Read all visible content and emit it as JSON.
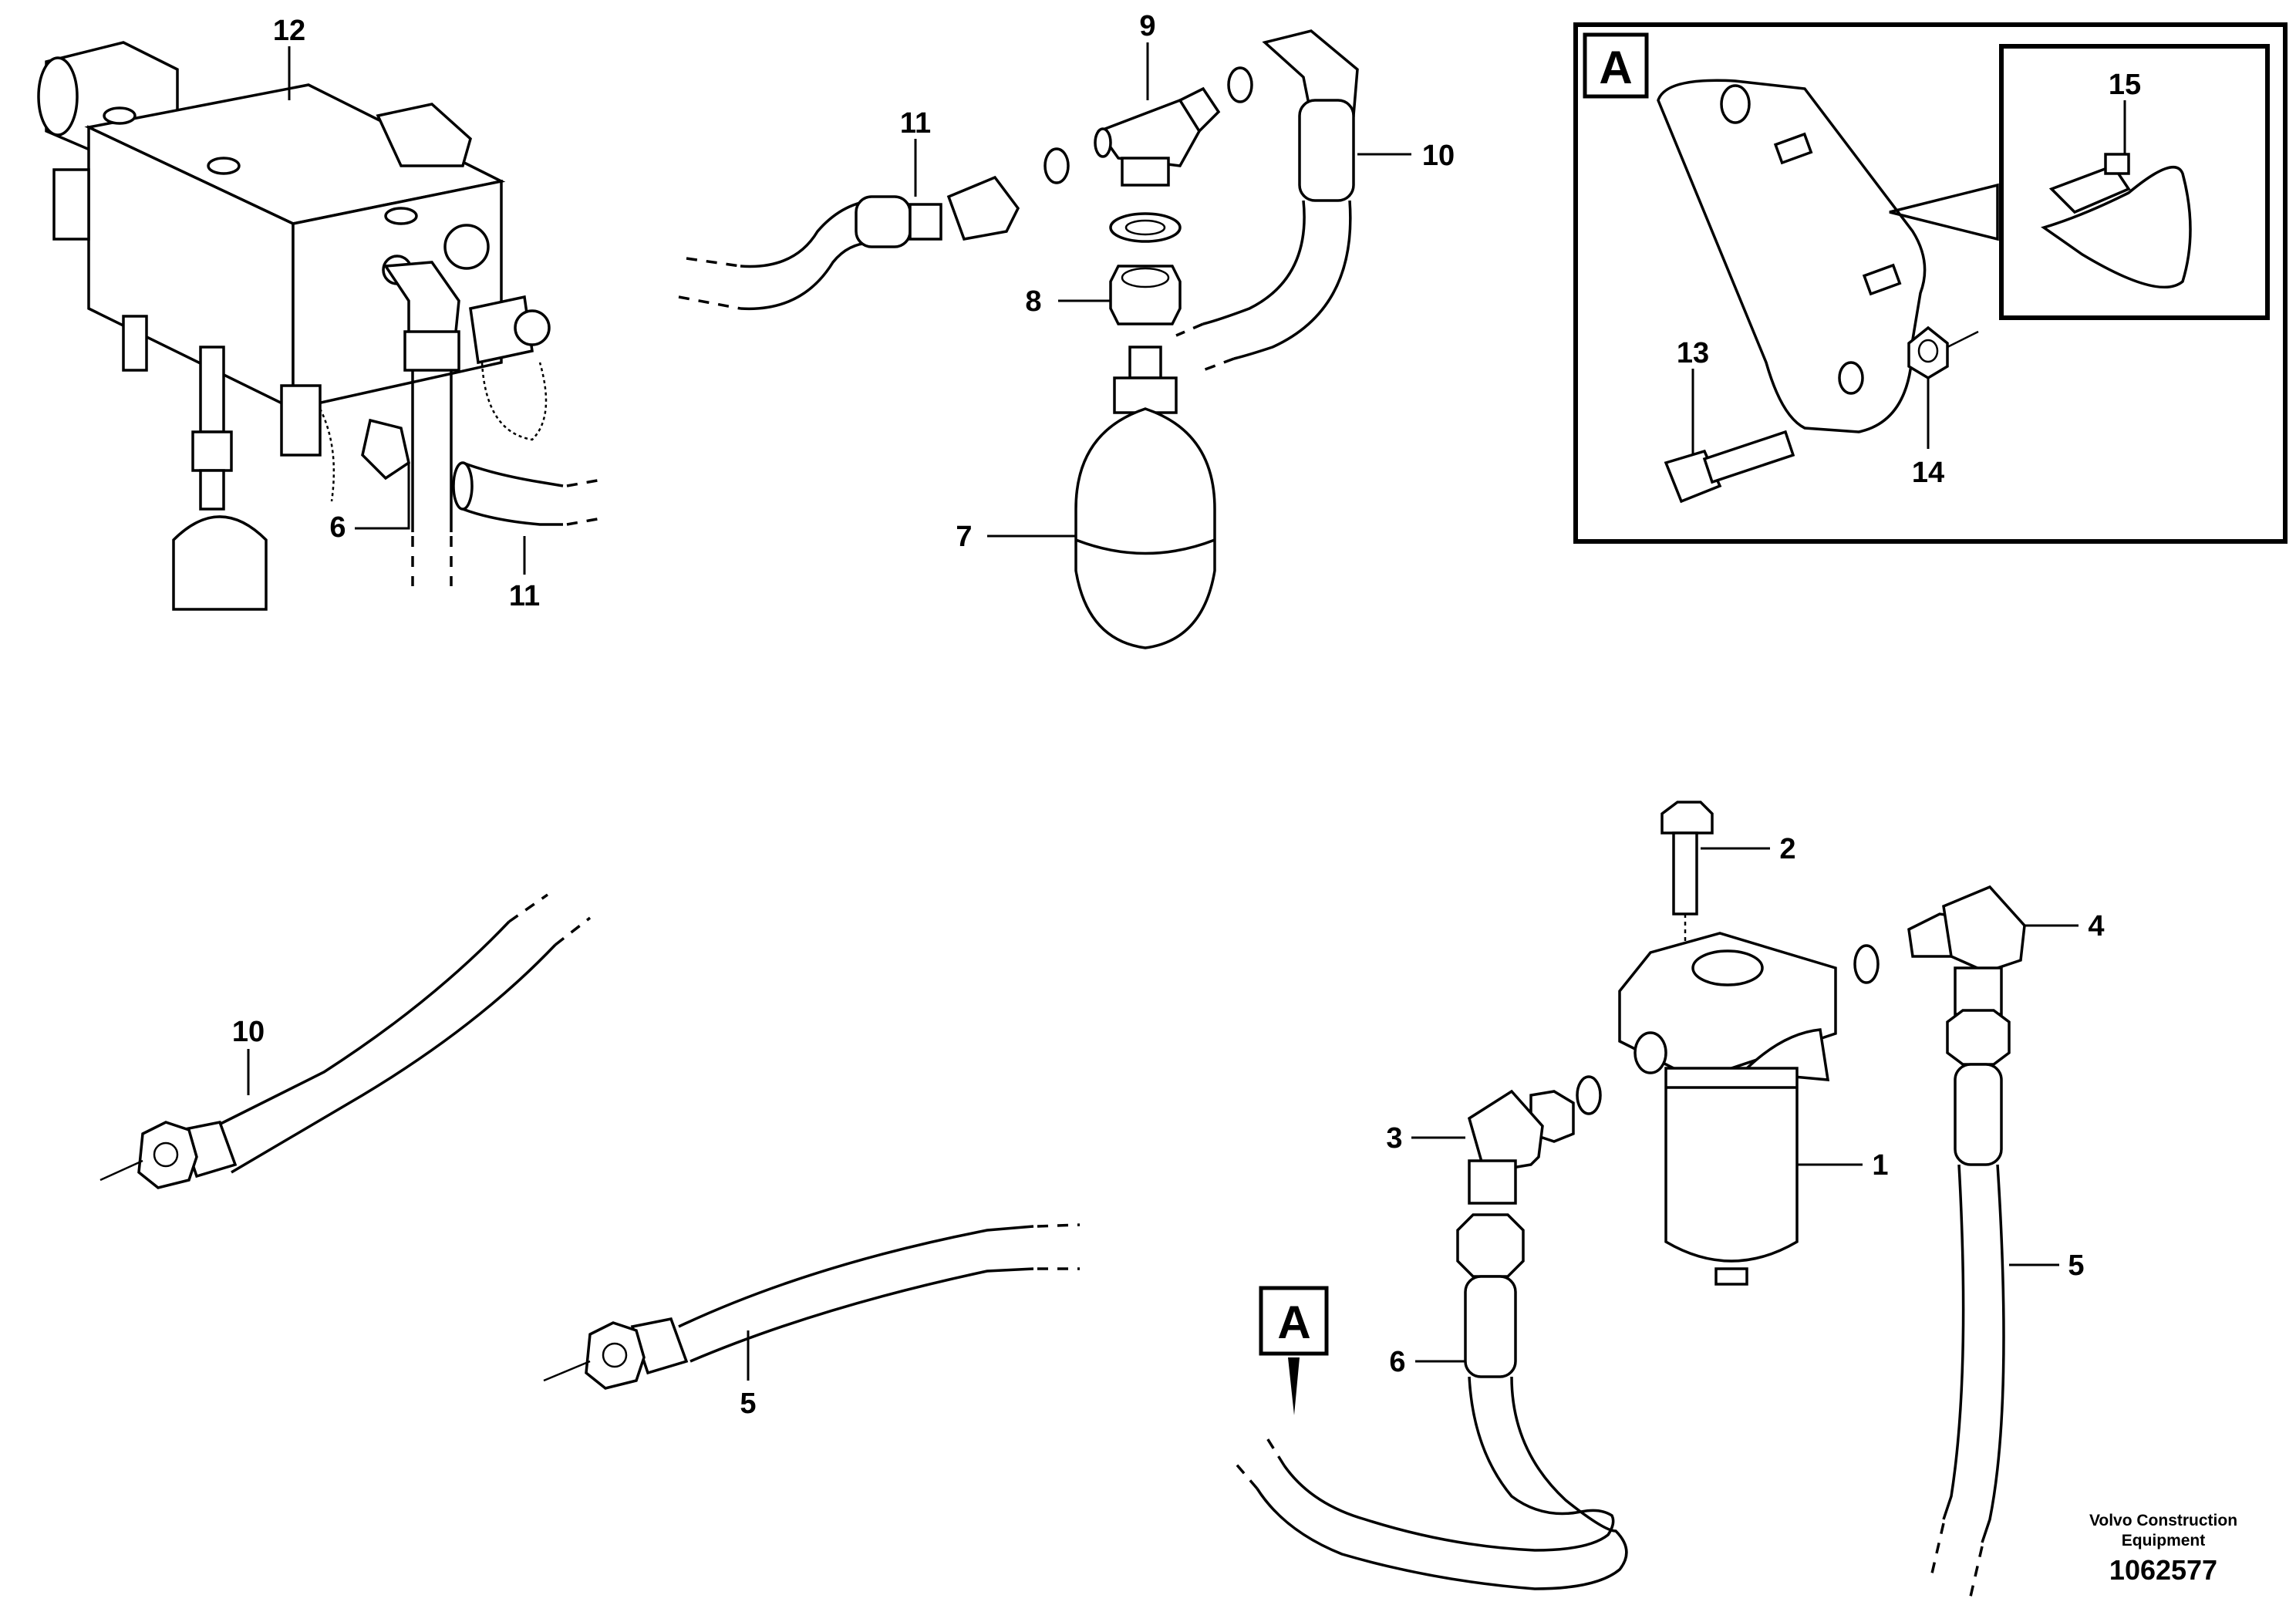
{
  "diagram": {
    "callouts": {
      "c12": "12",
      "c6a": "6",
      "c11a": "11",
      "c9": "9",
      "c11b": "11",
      "c10a": "10",
      "c8": "8",
      "c7": "7",
      "c15": "15",
      "c13": "13",
      "c14": "14",
      "c10b": "10",
      "c5a": "5",
      "c2": "2",
      "c4": "4",
      "c3": "3",
      "c1": "1",
      "c5b": "5",
      "c6b": "6"
    },
    "detail_a": {
      "label": "A"
    },
    "view_a_marker": {
      "label": "A"
    },
    "footer": {
      "brand_line1": "Volvo Construction",
      "brand_line2": "Equipment",
      "drawing_number": "1062577"
    }
  }
}
